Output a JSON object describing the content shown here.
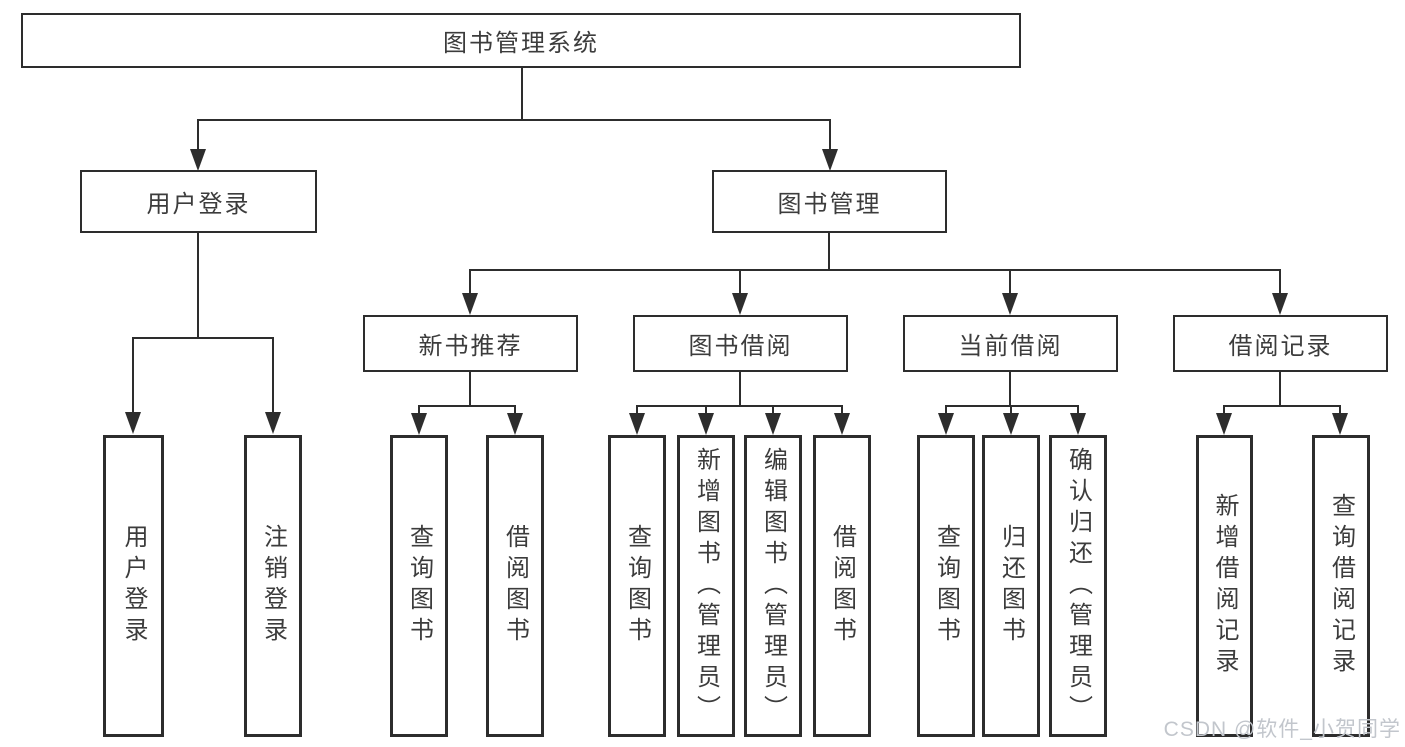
{
  "diagram": {
    "watermark": "CSDN @软件_小贺同学",
    "tree": {
      "label": "图书管理系统",
      "children": [
        {
          "label": "用户登录",
          "children": [
            {
              "label": "用户登录"
            },
            {
              "label": "注销登录"
            }
          ]
        },
        {
          "label": "图书管理",
          "children": [
            {
              "label": "新书推荐",
              "children": [
                {
                  "label": "查询图书"
                },
                {
                  "label": "借阅图书"
                }
              ]
            },
            {
              "label": "图书借阅",
              "children": [
                {
                  "label": "查询图书"
                },
                {
                  "label": "新增图书（管理员）"
                },
                {
                  "label": "编辑图书（管理员）"
                },
                {
                  "label": "借阅图书"
                }
              ]
            },
            {
              "label": "当前借阅",
              "children": [
                {
                  "label": "查询图书"
                },
                {
                  "label": "归还图书"
                },
                {
                  "label": "确认归还（管理员）"
                }
              ]
            },
            {
              "label": "借阅记录",
              "children": [
                {
                  "label": "新增借阅记录"
                },
                {
                  "label": "查询借阅记录"
                }
              ]
            }
          ]
        }
      ]
    }
  }
}
